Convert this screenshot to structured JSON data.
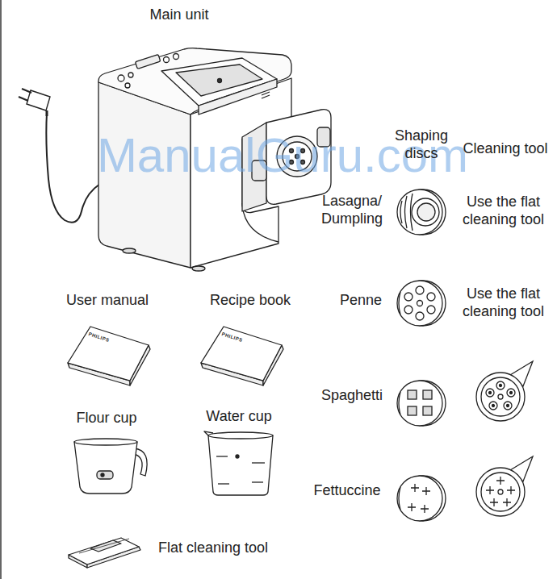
{
  "diagram": {
    "labels": [
      "Main unit",
      "ManualGuru.com",
      "Shaping discs",
      "Cleaning tool",
      "Lasagna/ Dumpling",
      "Use the ﬂat cleaning tool",
      "User manual",
      "Recipe book",
      "PHILIPS",
      "PHILIPS",
      "Penne",
      "Use the ﬂat cleaning tool",
      "Spaghetti",
      "Flour cup",
      "Water cup",
      "Fettuccine",
      "Flat cleaning tool"
    ]
  }
}
